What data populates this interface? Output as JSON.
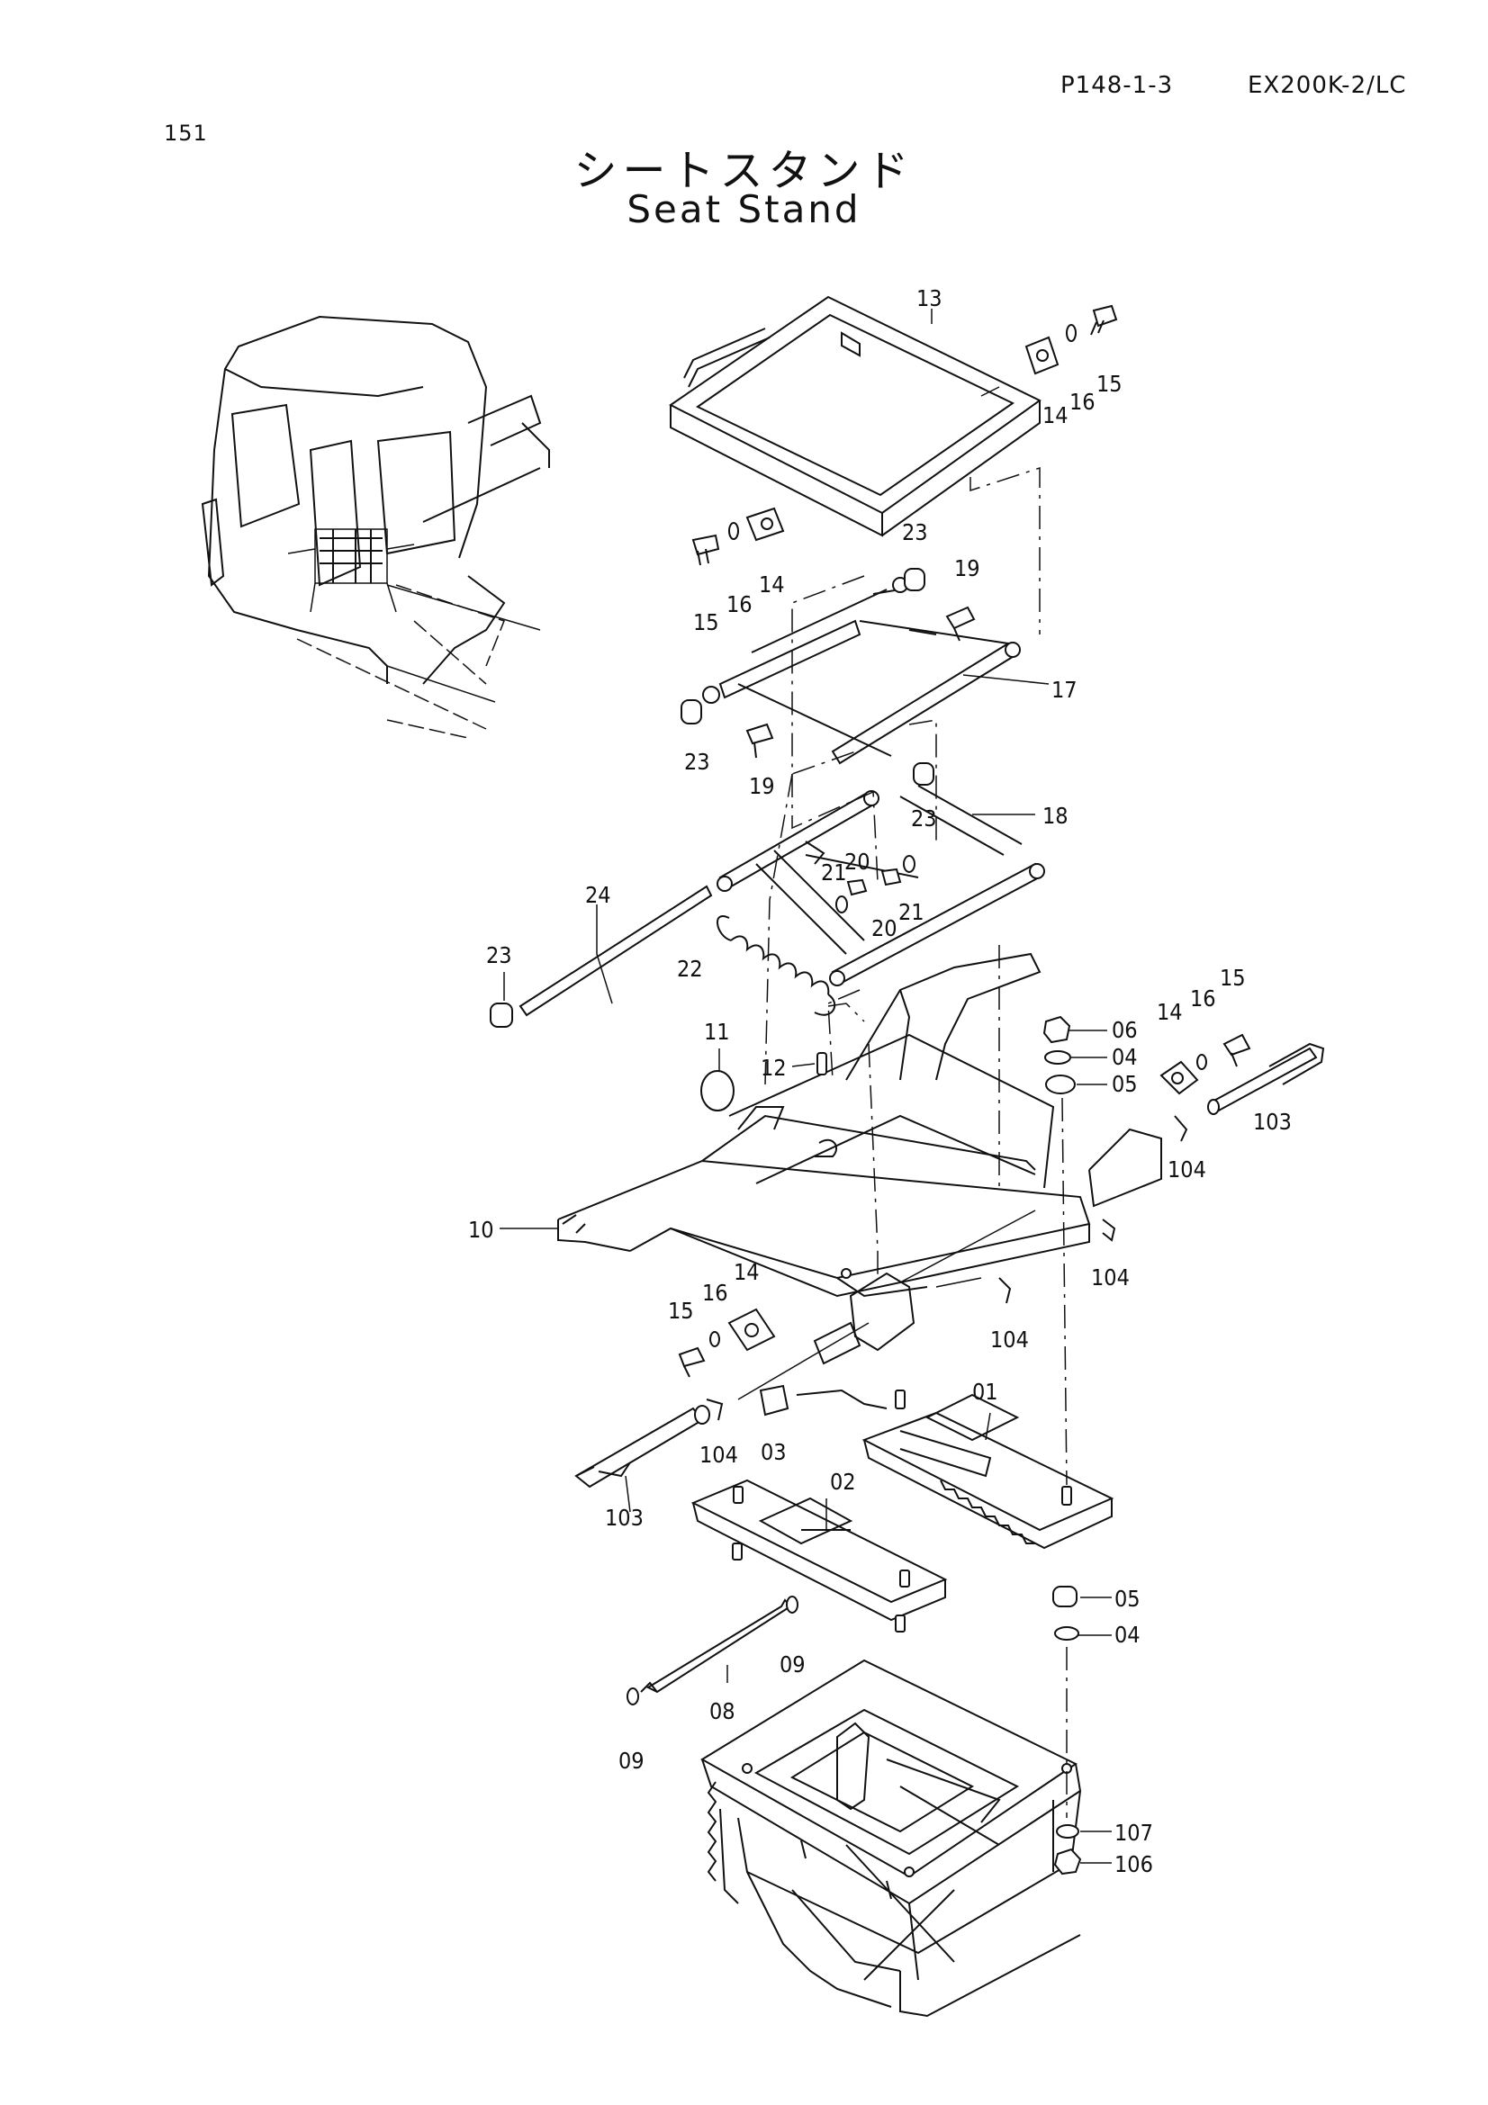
{
  "header": {
    "page_number": "151",
    "code_left": "P148-1-3",
    "code_right": "EX200K-2/LC",
    "title_jp": "シートスタンド",
    "title_en": "Seat Stand"
  },
  "labels": [
    {
      "id": "13a",
      "text": "13"
    },
    {
      "id": "14a",
      "text": "14"
    },
    {
      "id": "16a",
      "text": "16"
    },
    {
      "id": "15a",
      "text": "15"
    },
    {
      "id": "23a",
      "text": "23"
    },
    {
      "id": "19a",
      "text": "19"
    },
    {
      "id": "15b",
      "text": "15"
    },
    {
      "id": "16b",
      "text": "16"
    },
    {
      "id": "14b",
      "text": "14"
    },
    {
      "id": "17",
      "text": "17"
    },
    {
      "id": "23b",
      "text": "23"
    },
    {
      "id": "19b",
      "text": "19"
    },
    {
      "id": "23c",
      "text": "23"
    },
    {
      "id": "18",
      "text": "18"
    },
    {
      "id": "21a",
      "text": "21"
    },
    {
      "id": "20a",
      "text": "20"
    },
    {
      "id": "20b",
      "text": "20"
    },
    {
      "id": "21b",
      "text": "21"
    },
    {
      "id": "24",
      "text": "24"
    },
    {
      "id": "23d",
      "text": "23"
    },
    {
      "id": "22",
      "text": "22"
    },
    {
      "id": "06",
      "text": "06"
    },
    {
      "id": "04a",
      "text": "04"
    },
    {
      "id": "05a",
      "text": "05"
    },
    {
      "id": "14c",
      "text": "14"
    },
    {
      "id": "16c",
      "text": "16"
    },
    {
      "id": "15c",
      "text": "15"
    },
    {
      "id": "11",
      "text": "11"
    },
    {
      "id": "12",
      "text": "12"
    },
    {
      "id": "103a",
      "text": "103"
    },
    {
      "id": "104a",
      "text": "104"
    },
    {
      "id": "10",
      "text": "10"
    },
    {
      "id": "104b",
      "text": "104"
    },
    {
      "id": "14d",
      "text": "14"
    },
    {
      "id": "16d",
      "text": "16"
    },
    {
      "id": "15d",
      "text": "15"
    },
    {
      "id": "104c",
      "text": "104"
    },
    {
      "id": "01",
      "text": "01"
    },
    {
      "id": "104d",
      "text": "104"
    },
    {
      "id": "03",
      "text": "03"
    },
    {
      "id": "103b",
      "text": "103"
    },
    {
      "id": "02",
      "text": "02"
    },
    {
      "id": "05b",
      "text": "05"
    },
    {
      "id": "04b",
      "text": "04"
    },
    {
      "id": "09a",
      "text": "09"
    },
    {
      "id": "08",
      "text": "08"
    },
    {
      "id": "09b",
      "text": "09"
    },
    {
      "id": "107",
      "text": "107"
    },
    {
      "id": "106",
      "text": "106"
    }
  ]
}
